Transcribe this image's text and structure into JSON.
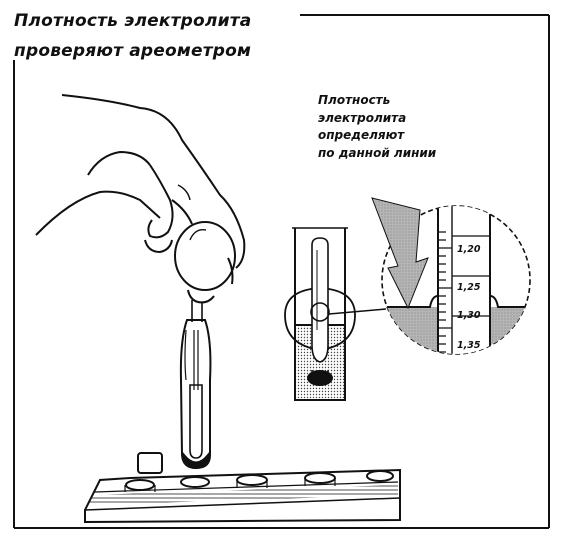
{
  "title": {
    "line1": "Плотность электролита",
    "line2": "проверяют ареометром"
  },
  "note": {
    "line1": "Плотность",
    "line2": "электролита",
    "line3": "определяют",
    "line4": "по данной линии"
  },
  "scale": {
    "ticks": [
      "1,20",
      "1,25",
      "1,30",
      "1,35"
    ]
  },
  "icons": {
    "hand": "hand-icon",
    "hydrometer": "hydrometer-icon",
    "battery": "battery-icon",
    "arrow": "arrow-down-icon",
    "magnifier": "magnified-scale-icon"
  }
}
